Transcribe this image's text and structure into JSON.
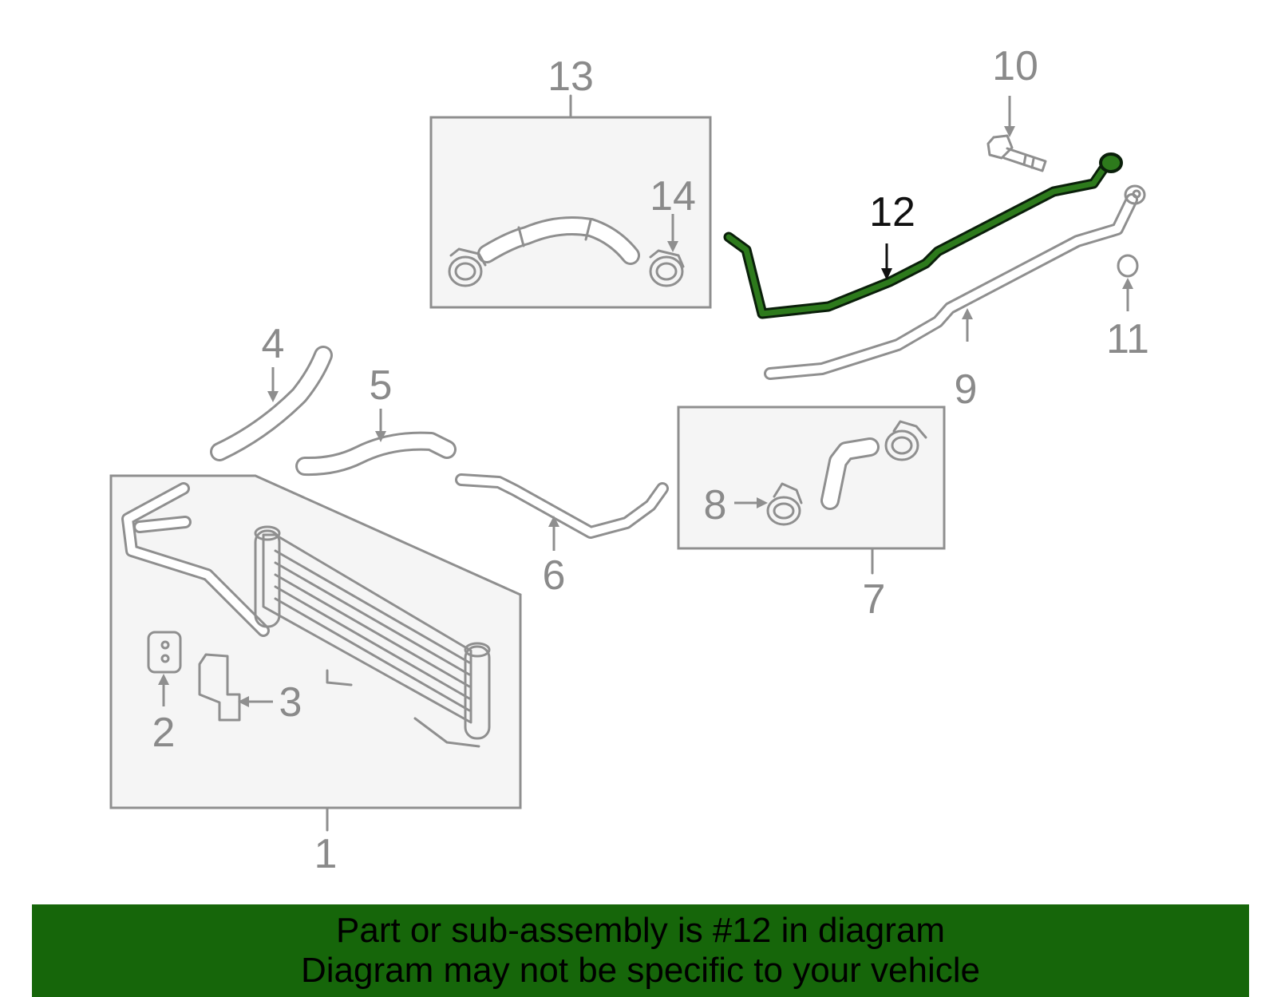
{
  "diagram": {
    "callouts": [
      {
        "number": "1",
        "name": "callout-1"
      },
      {
        "number": "2",
        "name": "callout-2"
      },
      {
        "number": "3",
        "name": "callout-3"
      },
      {
        "number": "4",
        "name": "callout-4"
      },
      {
        "number": "5",
        "name": "callout-5"
      },
      {
        "number": "6",
        "name": "callout-6"
      },
      {
        "number": "7",
        "name": "callout-7"
      },
      {
        "number": "8",
        "name": "callout-8"
      },
      {
        "number": "9",
        "name": "callout-9"
      },
      {
        "number": "10",
        "name": "callout-10"
      },
      {
        "number": "11",
        "name": "callout-11"
      },
      {
        "number": "12",
        "name": "callout-12"
      },
      {
        "number": "13",
        "name": "callout-13"
      },
      {
        "number": "14",
        "name": "callout-14"
      }
    ],
    "highlighted_part": "12",
    "colors": {
      "highlight": "#2d7a1c",
      "line_art": "#8f8f8f",
      "box_fill": "#f5f5f5",
      "banner": "#16660a"
    }
  },
  "banner": {
    "line1": "Part or sub-assembly is #12 in diagram",
    "line2": "Diagram may not be specific to your vehicle"
  }
}
